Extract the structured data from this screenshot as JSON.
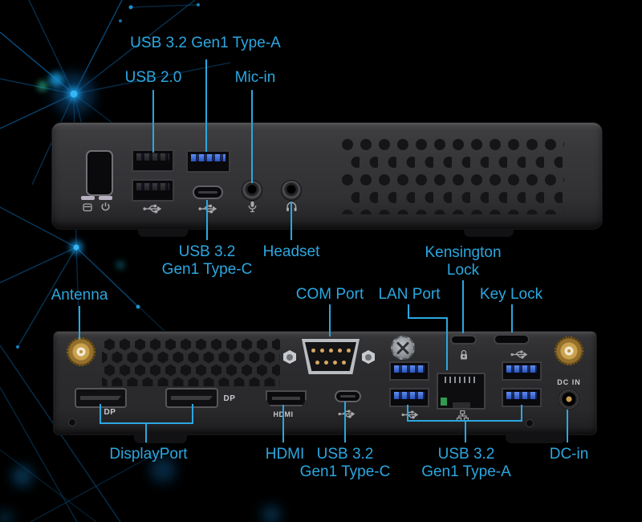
{
  "colors": {
    "accent": "#2BA7E0",
    "background": "#000000",
    "chassis_gray": "#313134",
    "usb3_blue": "#3B6BD6",
    "antenna_gold": "#C89B52",
    "lan_led_green": "#38B45C"
  },
  "front_panel": {
    "callouts": {
      "usb_a": "USB 3.2 Gen1 Type-A",
      "usb2": "USB 2.0",
      "mic": "Mic-in",
      "usb_c": "USB 3.2\nGen1 Type-C",
      "headset": "Headset"
    }
  },
  "rear_panel": {
    "callouts": {
      "antenna": "Antenna",
      "com": "COM Port",
      "lan": "LAN Port",
      "kensington": "Kensington\nLock",
      "key_lock": "Key Lock",
      "displayport": "DisplayPort",
      "hdmi": "HDMI",
      "usb_c": "USB 3.2\nGen1 Type-C",
      "usb_a": "USB 3.2\nGen1 Type-A",
      "dc_in": "DC-in"
    },
    "printed_labels": {
      "dp1": "DP",
      "dp2": "DP",
      "hdmi": "HDMI",
      "dc_in": "DC IN"
    }
  }
}
